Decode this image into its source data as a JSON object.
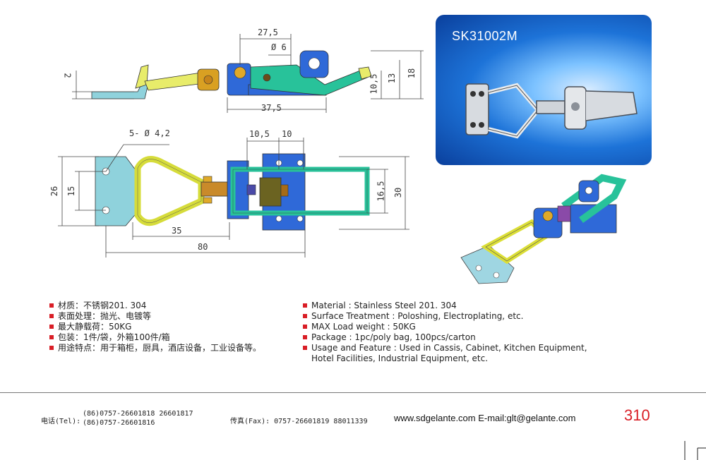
{
  "drawing": {
    "dims_top": [
      "27,5",
      "Ø 6",
      "2",
      "10,5",
      "13",
      "18",
      "37,5"
    ],
    "dims_bottom": [
      "5- Ø 4,2",
      "10,5",
      "10",
      "26",
      "15",
      "16,5",
      "30",
      "35",
      "80"
    ]
  },
  "photo": {
    "model": "SK31002M"
  },
  "specs_cn": [
    "材质：不锈钢201. 304",
    "表面处理：抛光、电镀等",
    "最大静载荷：50KG",
    "包装：1件/袋，外箱100件/箱",
    "用途特点：用于箱柜，厨具，酒店设备，工业设备等。"
  ],
  "specs_en": [
    "Material : Stainless Steel 201. 304",
    "Surface Treatment : Poloshing, Electroplating, etc.",
    "MAX Load weight : 50KG",
    "Package : 1pc/poly bag,  100pcs/carton",
    "Usage and Feature : Used in Cassis, Cabinet, Kitchen Equipment,"
  ],
  "specs_en_cont": "Hotel Facilities, Industrial Equipment, etc.",
  "footer": {
    "tel_label": "电话(Tel):",
    "tel_1": "(86)0757-26601818  26601817",
    "tel_2": "(86)0757-26601816",
    "fax": "传真(Fax): 0757-26601819 88011339",
    "web": "www.sdgelante.com  E-mail:glt@gelante.com",
    "page": "310"
  },
  "colors": {
    "bullet": "#d91e26",
    "page_number": "#d91e26"
  }
}
